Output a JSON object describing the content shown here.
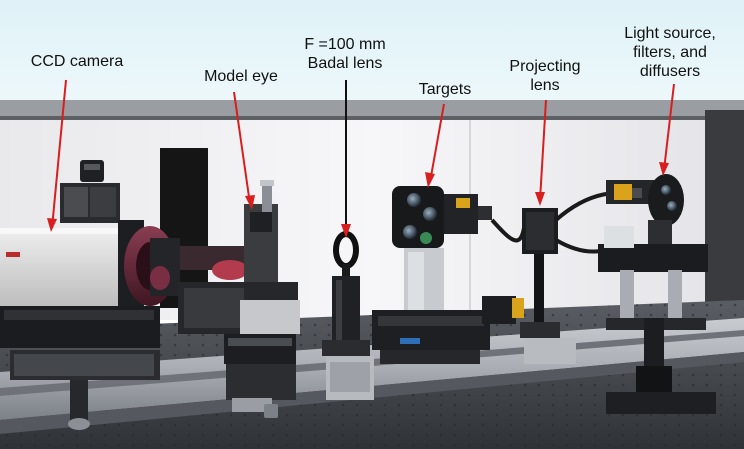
{
  "labels": {
    "ccd_camera": "CCD camera",
    "model_eye": "Model eye",
    "badal_line1": "F =100 mm",
    "badal_line2": "Badal lens",
    "targets": "Targets",
    "projecting_line1": "Projecting",
    "projecting_line2": "lens",
    "light_line1": "Light source,",
    "light_line2": "filters, and",
    "light_line3": "diffusers"
  },
  "colors": {
    "annotation_arrow": "#d81e1e",
    "label_text": "#111111",
    "table_surface": "#4a4d52",
    "background_wall": "#f2f2f4",
    "sky_top": "#d9eef5"
  }
}
